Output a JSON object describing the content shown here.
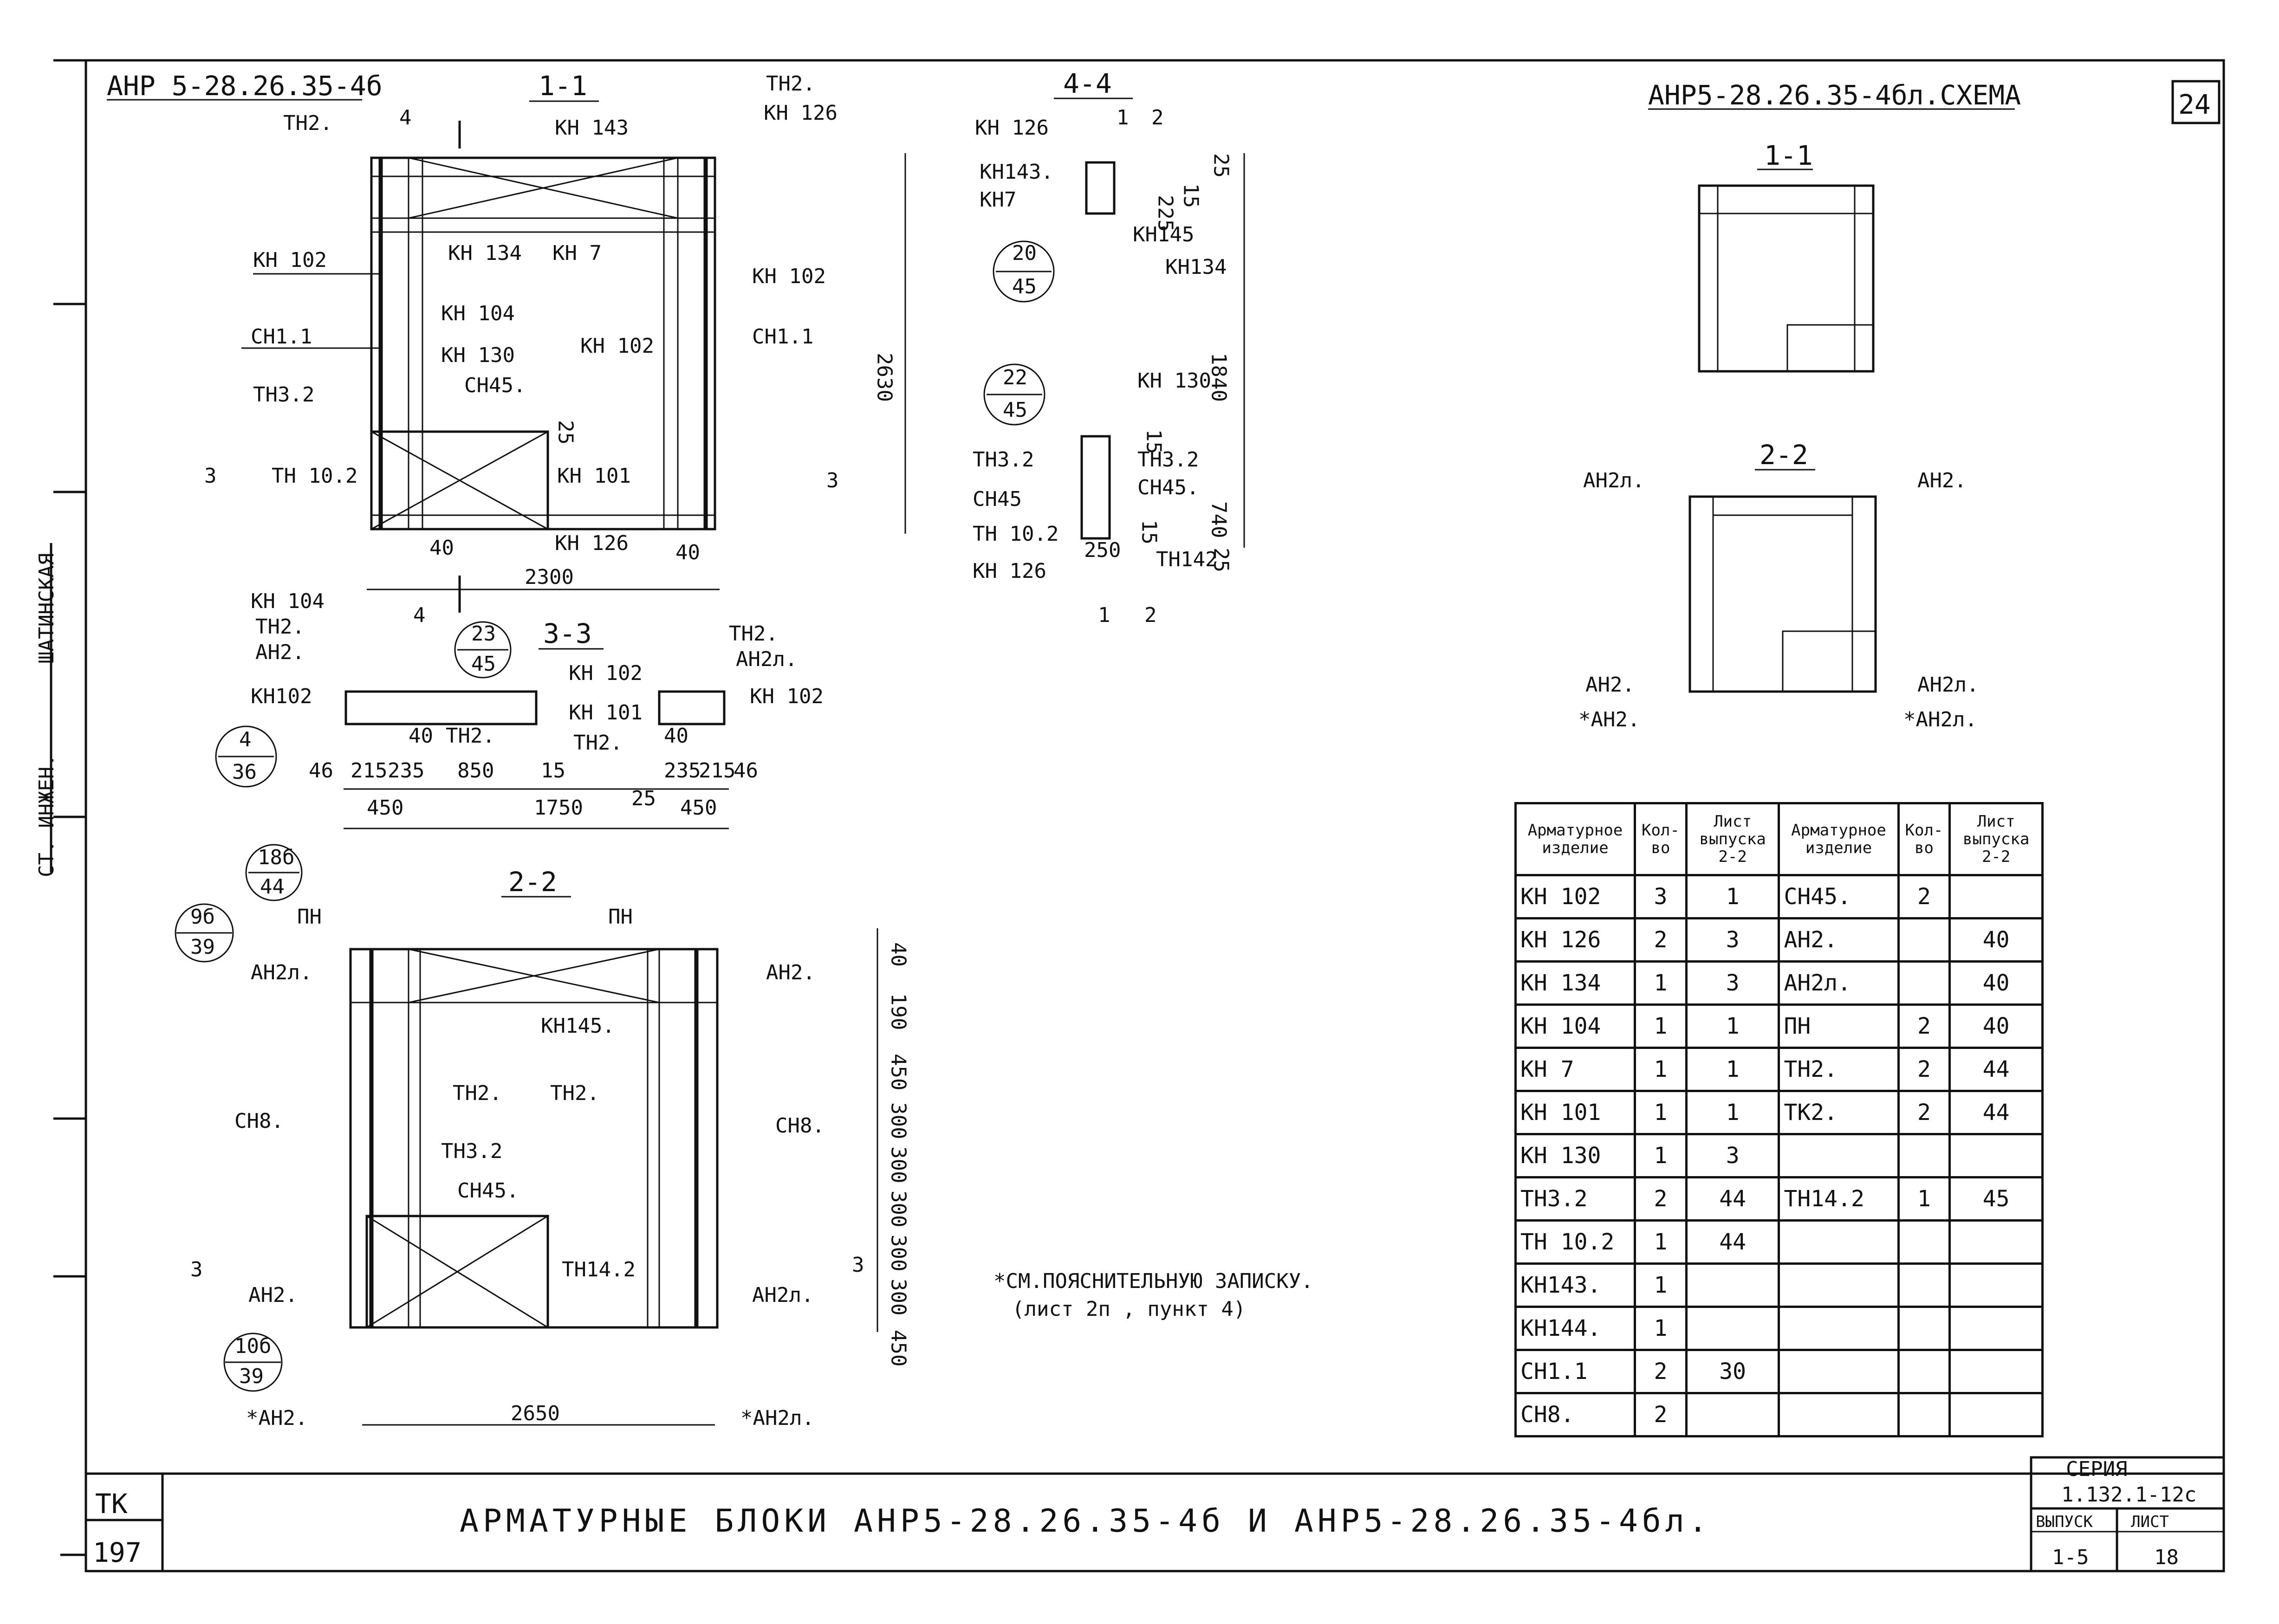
{
  "header": {
    "block_code": "АНР 5-28.26.35-4б",
    "scheme_title": "АНР5-28.26.35-4бл.СХЕМА",
    "page_number": "24"
  },
  "sections": {
    "s11": "1-1",
    "s44": "4-4",
    "s33": "3-3",
    "s22": "2-2",
    "scheme_s11": "1-1",
    "scheme_s22": "2-2"
  },
  "marks": {
    "m1": "1",
    "m2": "2",
    "m3": "3",
    "m4": "4"
  },
  "labels_1_1": {
    "tn2_a": "ТН2.",
    "tn2_b": "ТН2.",
    "kn143": "КН 143",
    "kn126": "КН 126",
    "kn134": "КН 134",
    "kn7": "КН 7",
    "kn102_l": "КН 102",
    "kn102_r": "КН 102",
    "kn102_m": "КН 102",
    "kn104": "КН 104",
    "sn11_l": "СН1.1",
    "sn11_r": "СН1.1",
    "kn130": "КН 130",
    "sn45": "СН45.",
    "tn32": "ТН3.2",
    "tn102": "ТН 10.2",
    "kn101": "КН 101",
    "kn126_b": "КН 126",
    "d2630": "2630",
    "d2300": "2300",
    "d40a": "40",
    "d40b": "40",
    "d25": "25"
  },
  "labels_4_4": {
    "kn126_t": "КН 126",
    "kn143": "КН143.",
    "kn7": "КН7",
    "kn145": "КН145",
    "kn134": "КН134",
    "c1_top": "20",
    "c1_bot": "45",
    "c2_top": "22",
    "c2_bot": "45",
    "kn130": "КН 130",
    "tn32_l": "ТН3.2",
    "tn32_r": "ТН3.2",
    "sn45_l": "СН45",
    "sn45_r": "СН45.",
    "tn102": "ТН 10.2",
    "kn126_b": "КН 126",
    "tn142": "ТН142",
    "d25a": "25",
    "d225": "225",
    "d15a": "15",
    "d1840": "1840",
    "d15b": "15",
    "d740": "740",
    "d15c": "15",
    "d25b": "25",
    "d250": "250"
  },
  "labels_3_3": {
    "kn104": "КН 104",
    "tn2_a": "ТН2.",
    "an2": "АН2.",
    "kn102_l": "КН102",
    "c_top": "23",
    "c_bot": "45",
    "c2_top": "4",
    "c2_bot": "36",
    "tn2_b": "ТН2.",
    "kn102_m": "КН 102",
    "kn101": "КН 101",
    "tn2_c": "ТН2.",
    "tn2_r": "ТН2.",
    "an2l": "АН2л.",
    "kn102_r": "КН 102",
    "d46a": "46",
    "d215a": "215",
    "d235a": "235",
    "d40a": "40",
    "d850": "850",
    "d15": "15",
    "d450a": "450",
    "d1750": "1750",
    "d25": "25",
    "d40b": "40",
    "d235b": "235",
    "d215b": "215",
    "d46b": "46",
    "d450b": "450"
  },
  "labels_2_2": {
    "c1_top": "18б",
    "c1_bot": "44",
    "c2_top": "9б",
    "c2_bot": "39",
    "pn_l": "ПН",
    "pn_r": "ПН",
    "an2l_l": "АН2л.",
    "an2_r": "АН2.",
    "kn145": "КН145.",
    "tn2_a": "ТН2.",
    "tn2_b": "ТН2.",
    "sn8_l": "СН8.",
    "sn8_r": "СН8.",
    "tn32": "ТН3.2",
    "sn45": "СН45.",
    "tn142": "ТН14.2",
    "an2_l": "АН2.",
    "an2l_r": "АН2л.",
    "c3_top": "10б",
    "c3_bot": "39",
    "an2_star": "*АН2.",
    "an2l_star": "*АН2л.",
    "d2650": "2650",
    "dims": [
      "40",
      "190",
      "450",
      "300",
      "300",
      "300",
      "300",
      "300",
      "450"
    ]
  },
  "labels_scheme": {
    "an2l_tl": "АН2л.",
    "an2_tr": "АН2.",
    "an2_bl": "АН2.",
    "an2_star_bl": "*АН2.",
    "an2l_br": "АН2л.",
    "an2l_star_br": "*АН2л."
  },
  "note": {
    "line1": "*СМ.ПОЯСНИТЕЛЬНУЮ ЗАПИСКУ.",
    "line2": "(лист 2п , пункт 4)"
  },
  "table": {
    "headers": [
      "Арматурное изделие",
      "Кол-во",
      "Лист выпуска 2-2",
      "Арматурное изделие",
      "Кол-во",
      "Лист выпуска 2-2"
    ],
    "rows": [
      [
        "КН 102",
        "3",
        "1",
        "СН45.",
        "2",
        ""
      ],
      [
        "КН 126",
        "2",
        "3",
        "АН2.",
        "",
        "40"
      ],
      [
        "КН 134",
        "1",
        "3",
        "АН2л.",
        "",
        "40"
      ],
      [
        "КН 104",
        "1",
        "1",
        "ПН",
        "2",
        "40"
      ],
      [
        "КН 7",
        "1",
        "1",
        "ТН2.",
        "2",
        "44"
      ],
      [
        "КН 101",
        "1",
        "1",
        "ТК2.",
        "2",
        "44"
      ],
      [
        "КН 130",
        "1",
        "3",
        "",
        "",
        ""
      ],
      [
        "ТН3.2",
        "2",
        "44",
        "ТН14.2",
        "1",
        "45"
      ],
      [
        "ТН 10.2",
        "1",
        "44",
        "",
        "",
        ""
      ],
      [
        "КН143.",
        "1",
        "",
        "",
        "",
        ""
      ],
      [
        "КН144.",
        "1",
        "",
        "",
        "",
        ""
      ],
      [
        "СН1.1",
        "2",
        "30",
        "",
        "",
        ""
      ],
      [
        "СН8.",
        "2",
        "",
        "",
        "",
        ""
      ]
    ]
  },
  "side_stamp": {
    "role": "СТ. ИНЖЕН.",
    "name": "ШАТИНСКАЯ"
  },
  "title_block": {
    "tk": "ТК",
    "tk_num": "197",
    "main_title": "АРМАТУРНЫЕ БЛОКИ АНР5-28.26.35-4б И АНР5-28.26.35-4бл.",
    "series_label": "СЕРИЯ",
    "series_value": "1.132.1-12с",
    "issue_label": "ВЫПУСК",
    "issue_value": "1-5",
    "sheet_label": "ЛИСТ",
    "sheet_value": "18"
  }
}
